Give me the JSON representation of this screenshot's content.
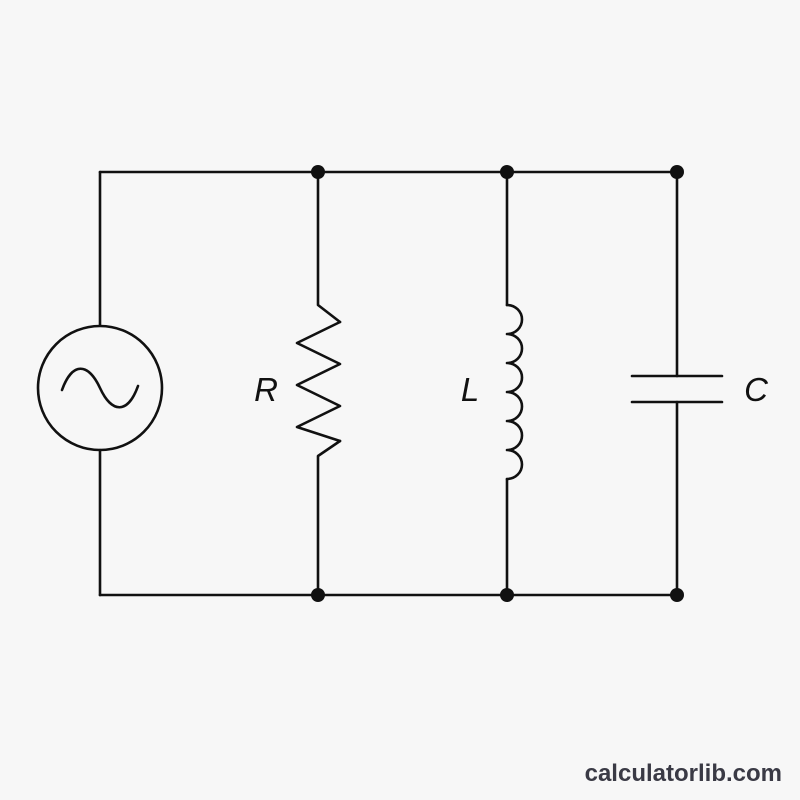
{
  "diagram": {
    "labels": {
      "resistor": "R",
      "inductor": "L",
      "capacitor": "C"
    },
    "watermark": "calculatorlib.com",
    "colors": {
      "line": "#111111",
      "background": "#f7f7f7",
      "watermark": "#3a3a45"
    },
    "icons": {
      "source": "ac-source-icon",
      "resistor": "resistor-zigzag-icon",
      "inductor": "inductor-coil-icon",
      "capacitor": "capacitor-plates-icon"
    }
  }
}
